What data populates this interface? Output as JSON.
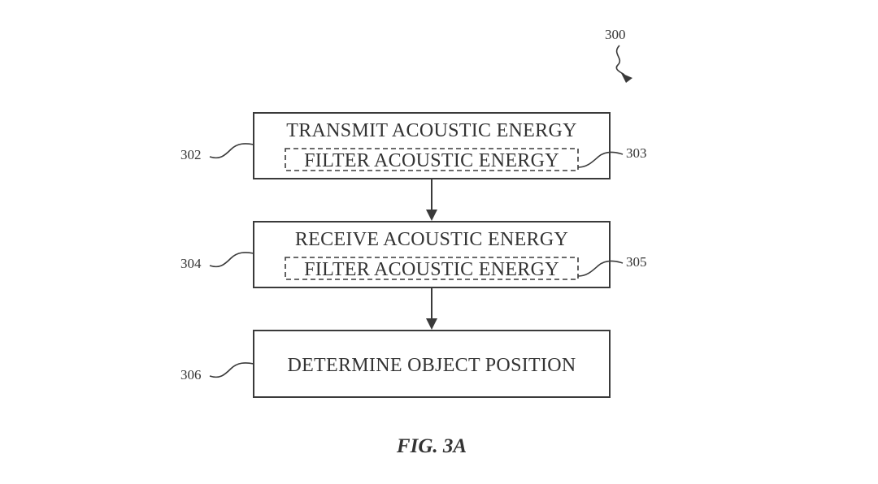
{
  "figure_ref": "300",
  "steps": [
    {
      "ref": "302",
      "label": "TRANSMIT ACOUSTIC ENERGY",
      "sub": {
        "ref": "303",
        "label": "FILTER ACOUSTIC ENERGY",
        "optional": true
      }
    },
    {
      "ref": "304",
      "label": "RECEIVE ACOUSTIC ENERGY",
      "sub": {
        "ref": "305",
        "label": "FILTER ACOUSTIC ENERGY",
        "optional": true
      }
    },
    {
      "ref": "306",
      "label": "DETERMINE OBJECT POSITION"
    }
  ],
  "caption": "FIG. 3A",
  "colors": {
    "line": "#3a3a3a",
    "text": "#333333",
    "background": "#ffffff"
  }
}
